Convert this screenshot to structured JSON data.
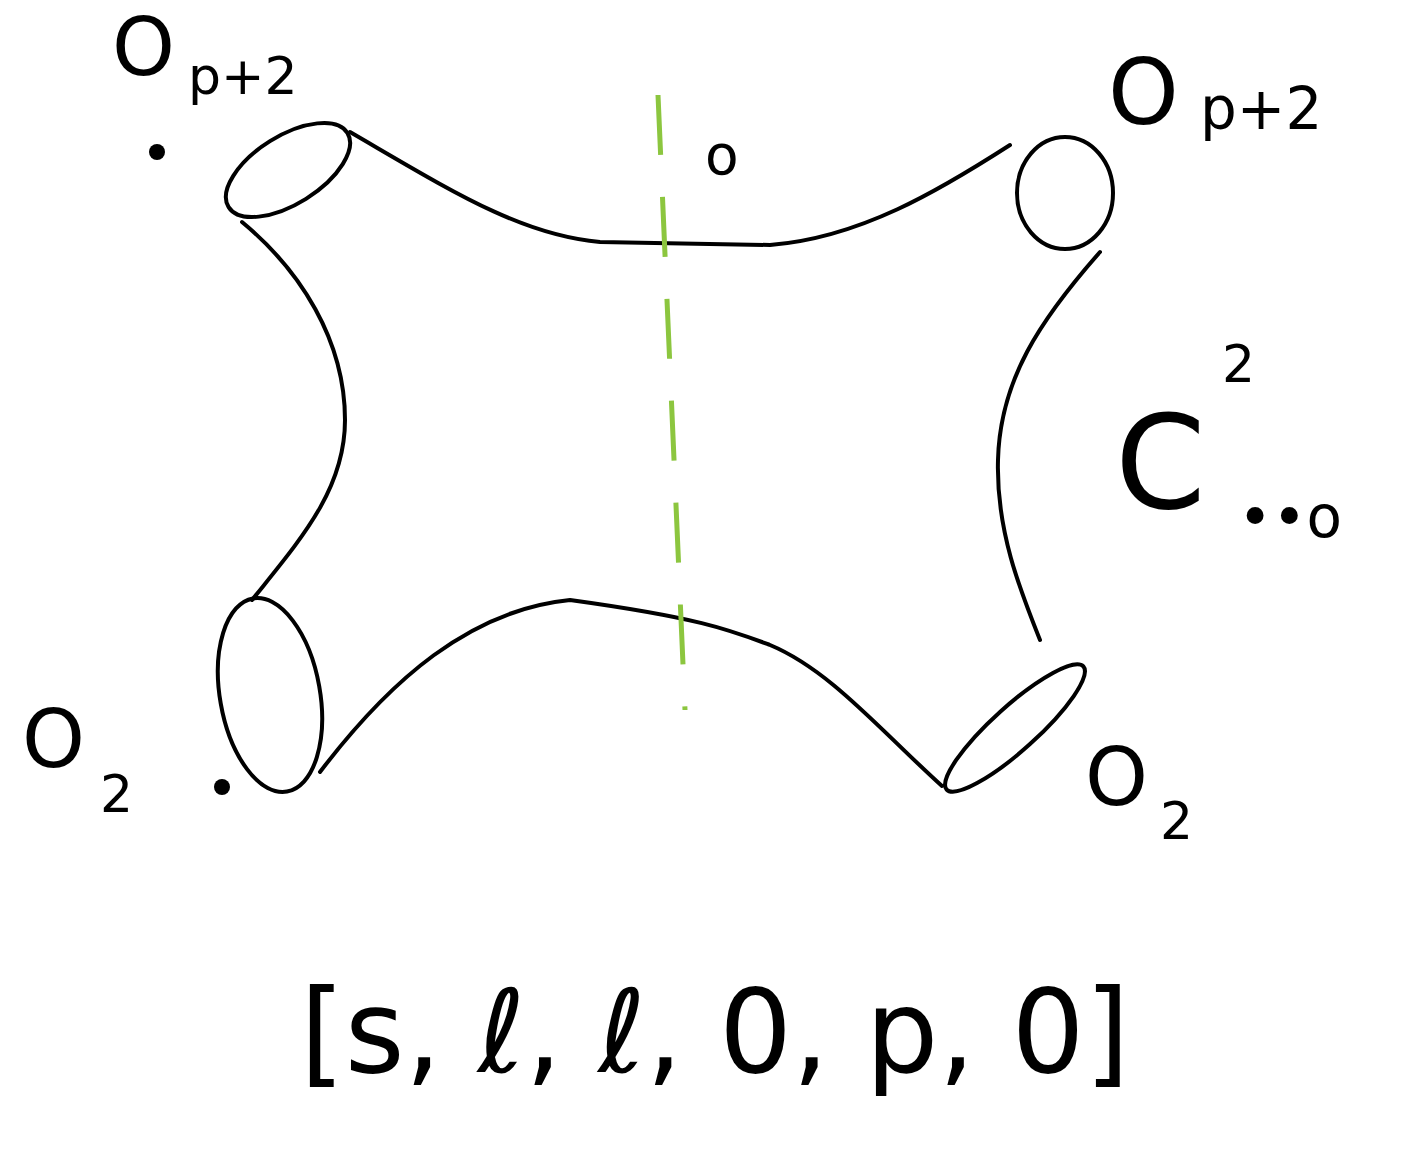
{
  "diagram": {
    "labels": [
      "O",
      "p+2",
      "O",
      "p+2",
      "O",
      "2",
      "O",
      "2",
      "o",
      "C",
      "2",
      "••o",
      "[s, ℓ, ℓ, 0, p, 0]"
    ]
  }
}
